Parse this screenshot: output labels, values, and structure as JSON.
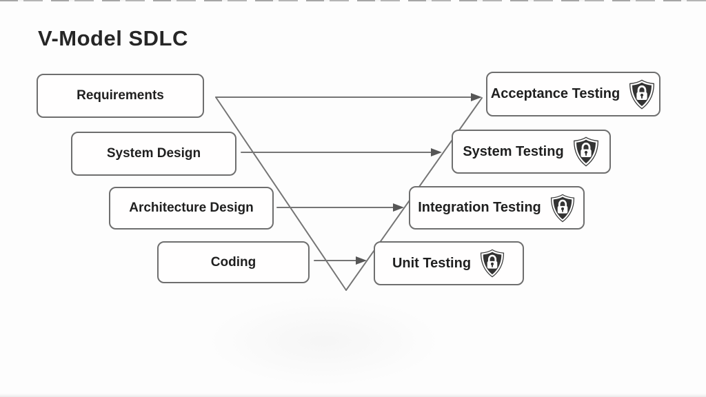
{
  "title": "V-Model SDLC",
  "diagram": {
    "left_column": [
      {
        "label": "Requirements"
      },
      {
        "label": "System Design"
      },
      {
        "label": "Architecture Design"
      },
      {
        "label": "Coding"
      }
    ],
    "right_column": [
      {
        "label": "Acceptance Testing",
        "icon": "shield-lock-icon"
      },
      {
        "label": "System Testing",
        "icon": "shield-lock-icon"
      },
      {
        "label": "Integration Testing",
        "icon": "shield-lock-icon"
      },
      {
        "label": "Unit Testing",
        "icon": "shield-lock-icon"
      }
    ],
    "connections": [
      {
        "from": "Requirements",
        "to": "Acceptance Testing"
      },
      {
        "from": "System Design",
        "to": "System Testing"
      },
      {
        "from": "Architecture Design",
        "to": "Integration Testing"
      },
      {
        "from": "Coding",
        "to": "Unit Testing"
      }
    ]
  },
  "colors": {
    "background": "#fdfdfd",
    "line": "#757575",
    "arrowhead": "#565656",
    "box_border": "#6e6e6e",
    "text": "#1f1f1f",
    "shield_fill": "#333333",
    "lock": "#ffffff"
  }
}
